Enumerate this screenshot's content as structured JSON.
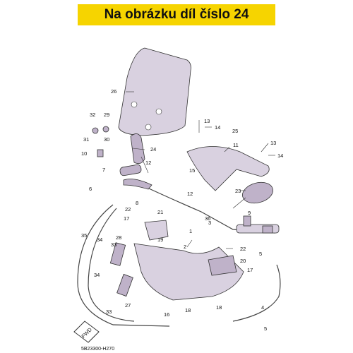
{
  "header": {
    "title": "Na obrázku díl číslo 24",
    "background": "#f6d400"
  },
  "diagram": {
    "code": "5B23300-H270",
    "fwd_label": "FWD",
    "callouts": [
      "1",
      "2",
      "3",
      "4",
      "5",
      "6",
      "7",
      "8",
      "9",
      "10",
      "11",
      "12",
      "13",
      "14",
      "15",
      "16",
      "17",
      "18",
      "19",
      "20",
      "21",
      "22",
      "23",
      "24",
      "25",
      "26",
      "27",
      "28",
      "29",
      "30",
      "31",
      "32",
      "33",
      "34",
      "35",
      "36"
    ],
    "highlighted_part": "24"
  }
}
